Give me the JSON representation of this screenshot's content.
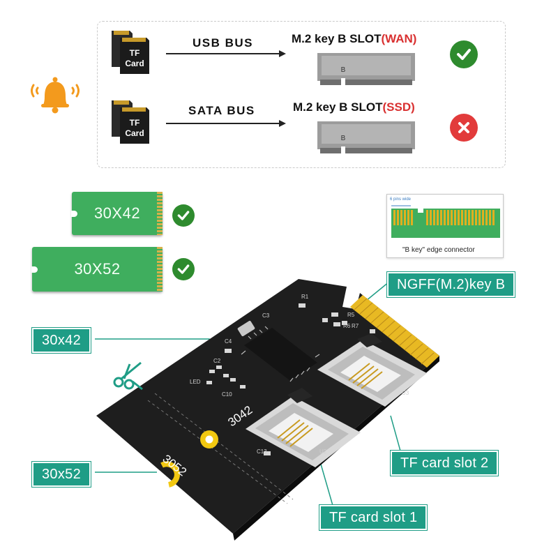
{
  "compatibility": {
    "rows": [
      {
        "card_line1": "TF",
        "card_line2": "Card",
        "bus": "USB BUS",
        "slot_prefix": "M.2 key B SLOT",
        "slot_highlight": "(WAN)",
        "slot_pin_letter": "B",
        "status": "check-icon",
        "status_color": "#2e8b2e"
      },
      {
        "card_line1": "TF",
        "card_line2": "Card",
        "bus": "SATA BUS",
        "slot_prefix": "M.2 key B SLOT",
        "slot_highlight": "(SSD)",
        "slot_pin_letter": "B",
        "status": "x-icon",
        "status_color": "#e23b3b"
      }
    ],
    "notice_icon": "bell-icon",
    "notice_color": "#f39a1d"
  },
  "sizes": [
    {
      "label": "30X42",
      "status": "check-icon"
    },
    {
      "label": "30X52",
      "status": "check-icon"
    }
  ],
  "bkey": {
    "pins_label": "6 pins wide",
    "caption": "\"B key\" edge connector"
  },
  "callouts": {
    "ngff": "NGFF(M.2)key B",
    "size_3042": "30x42",
    "size_3052": "30x52",
    "slot2": "TF card slot 2",
    "slot1": "TF card slot 1"
  },
  "board": {
    "mark_3042": "3042",
    "mark_3052": "3052",
    "silk": [
      "R1",
      "C3",
      "C4",
      "C2",
      "LED",
      "R5",
      "R6",
      "R7",
      "U2",
      "U3",
      "C10",
      "C13"
    ]
  },
  "colors": {
    "accent_teal": "#1f9d86",
    "pcb": "#1e1e1e",
    "gold": "#e8b923",
    "card_green": "#3fae5e"
  }
}
